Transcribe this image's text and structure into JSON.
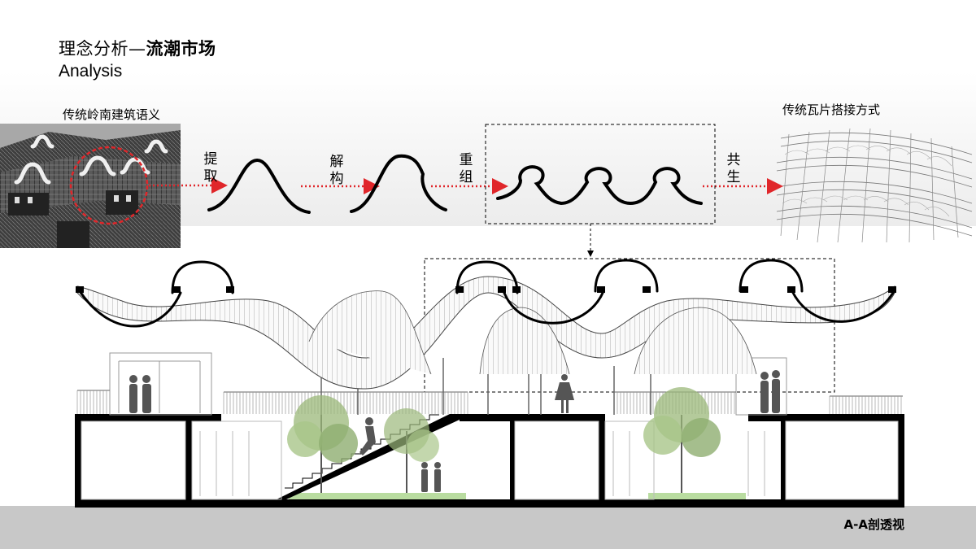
{
  "header": {
    "title_regular": "理念分析—",
    "title_bold": "流潮市场",
    "subtitle": "Analysis"
  },
  "labels": {
    "traditional_language": "传统岭南建筑语义",
    "tile_method": "传统瓦片搭接方式",
    "steps": [
      "提取",
      "解构",
      "重组",
      "共生"
    ],
    "section_title": "A-A剖透视"
  },
  "colors": {
    "arrow_red": "#e0262a",
    "ground_gray": "#c8c8c8",
    "lawn_green": "#b9dca0",
    "tree_green": "#9bb87a"
  },
  "icons": [
    "red-dotted-arrow-icon",
    "dashed-down-arrow-icon",
    "wave-profile-icon"
  ]
}
